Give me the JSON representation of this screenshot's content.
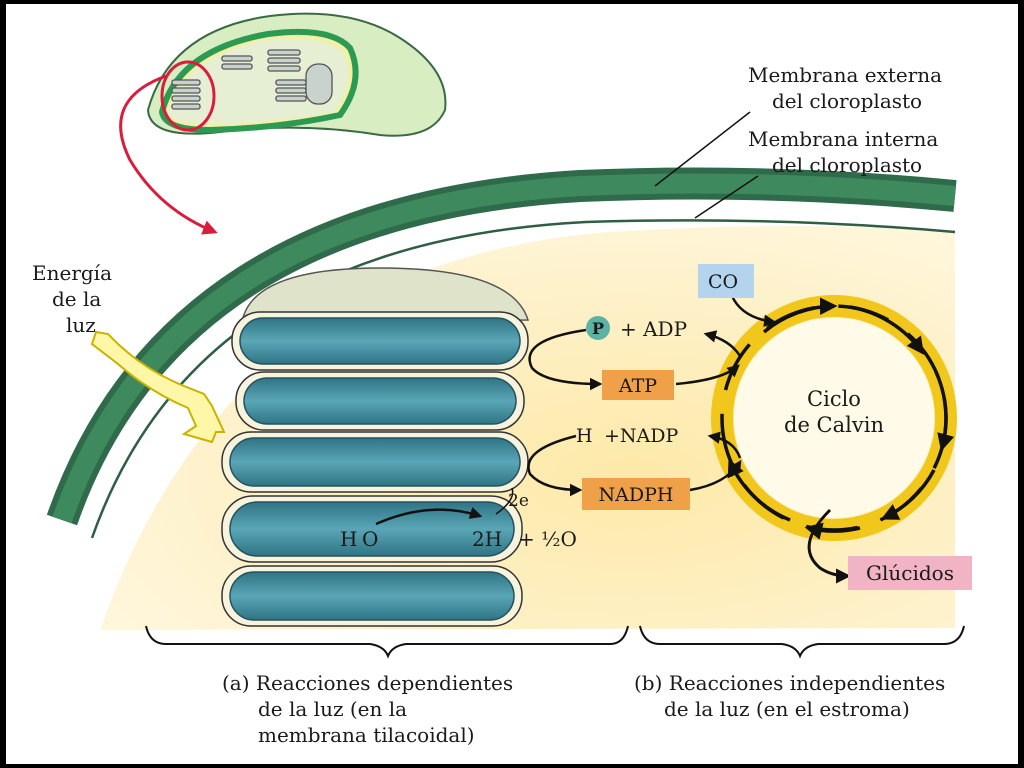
{
  "labels": {
    "outer_membrane": [
      "Membrana externa",
      "del cloroplasto"
    ],
    "inner_membrane": [
      "Membrana interna",
      "del cloroplasto"
    ],
    "light_energy": [
      "Energía",
      "de la",
      "luz"
    ],
    "phosphate": "P",
    "plus_adp": "+  ADP",
    "atp": "ATP",
    "h": "H",
    "plus_nadp": "+NADP",
    "nadph": "NADPH",
    "two_e": "2e",
    "h2o_h": "H",
    "h2o_o": "O",
    "two_h": "2H",
    "half_o2": "+ ½O",
    "co2": "CO",
    "calvin": [
      "Ciclo",
      "de Calvin"
    ],
    "glucidos": "Glúcidos",
    "section_a": [
      "(a) Reacciones dependientes",
      "de la luz (en la",
      "membrana tilacoidal)"
    ],
    "section_b": [
      "(b) Reacciones independientes",
      "de la luz (en el estroma)"
    ]
  },
  "colors": {
    "stroma": "#fdf0c8",
    "membrane": "#3a7a54",
    "thylakoid": "#3f8a9b",
    "atp_box": "#f0a048",
    "co2_box": "#b4d4ee",
    "glucidos_box": "#f0b4c4",
    "calvin_ring": "#f2c71c",
    "arrow_red": "#d81e3c"
  }
}
